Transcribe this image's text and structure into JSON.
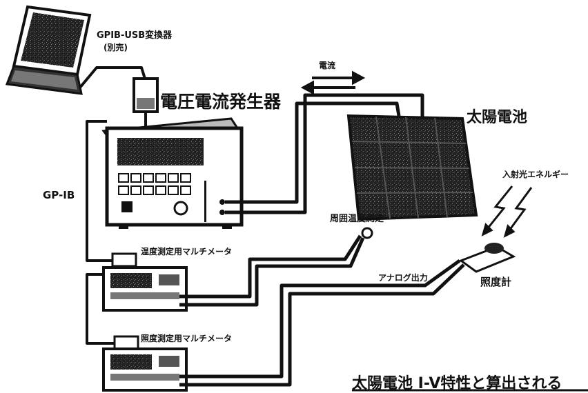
{
  "labels": {
    "gpib_usb_converter": "GPIB-USB変換器",
    "gpib_usb_note": "(別売)",
    "voltage_current_generator": "電圧電流発生器",
    "current": "電流",
    "solar_cell": "太陽電池",
    "gpib": "GP-IB",
    "incident_light_energy": "入射光エネルギー",
    "ambient_temp_measurement": "周囲温度測定",
    "temp_multimeter": "温度測定用マルチメータ",
    "analog_output": "アナログ出力",
    "illuminometer": "照度計",
    "illuminance_multimeter": "照度測定用マルチメータ",
    "bottom_title": "太陽電池 I-V特性と算出される"
  },
  "colors": {
    "ink": "#111111",
    "paper": "#ffffff"
  }
}
